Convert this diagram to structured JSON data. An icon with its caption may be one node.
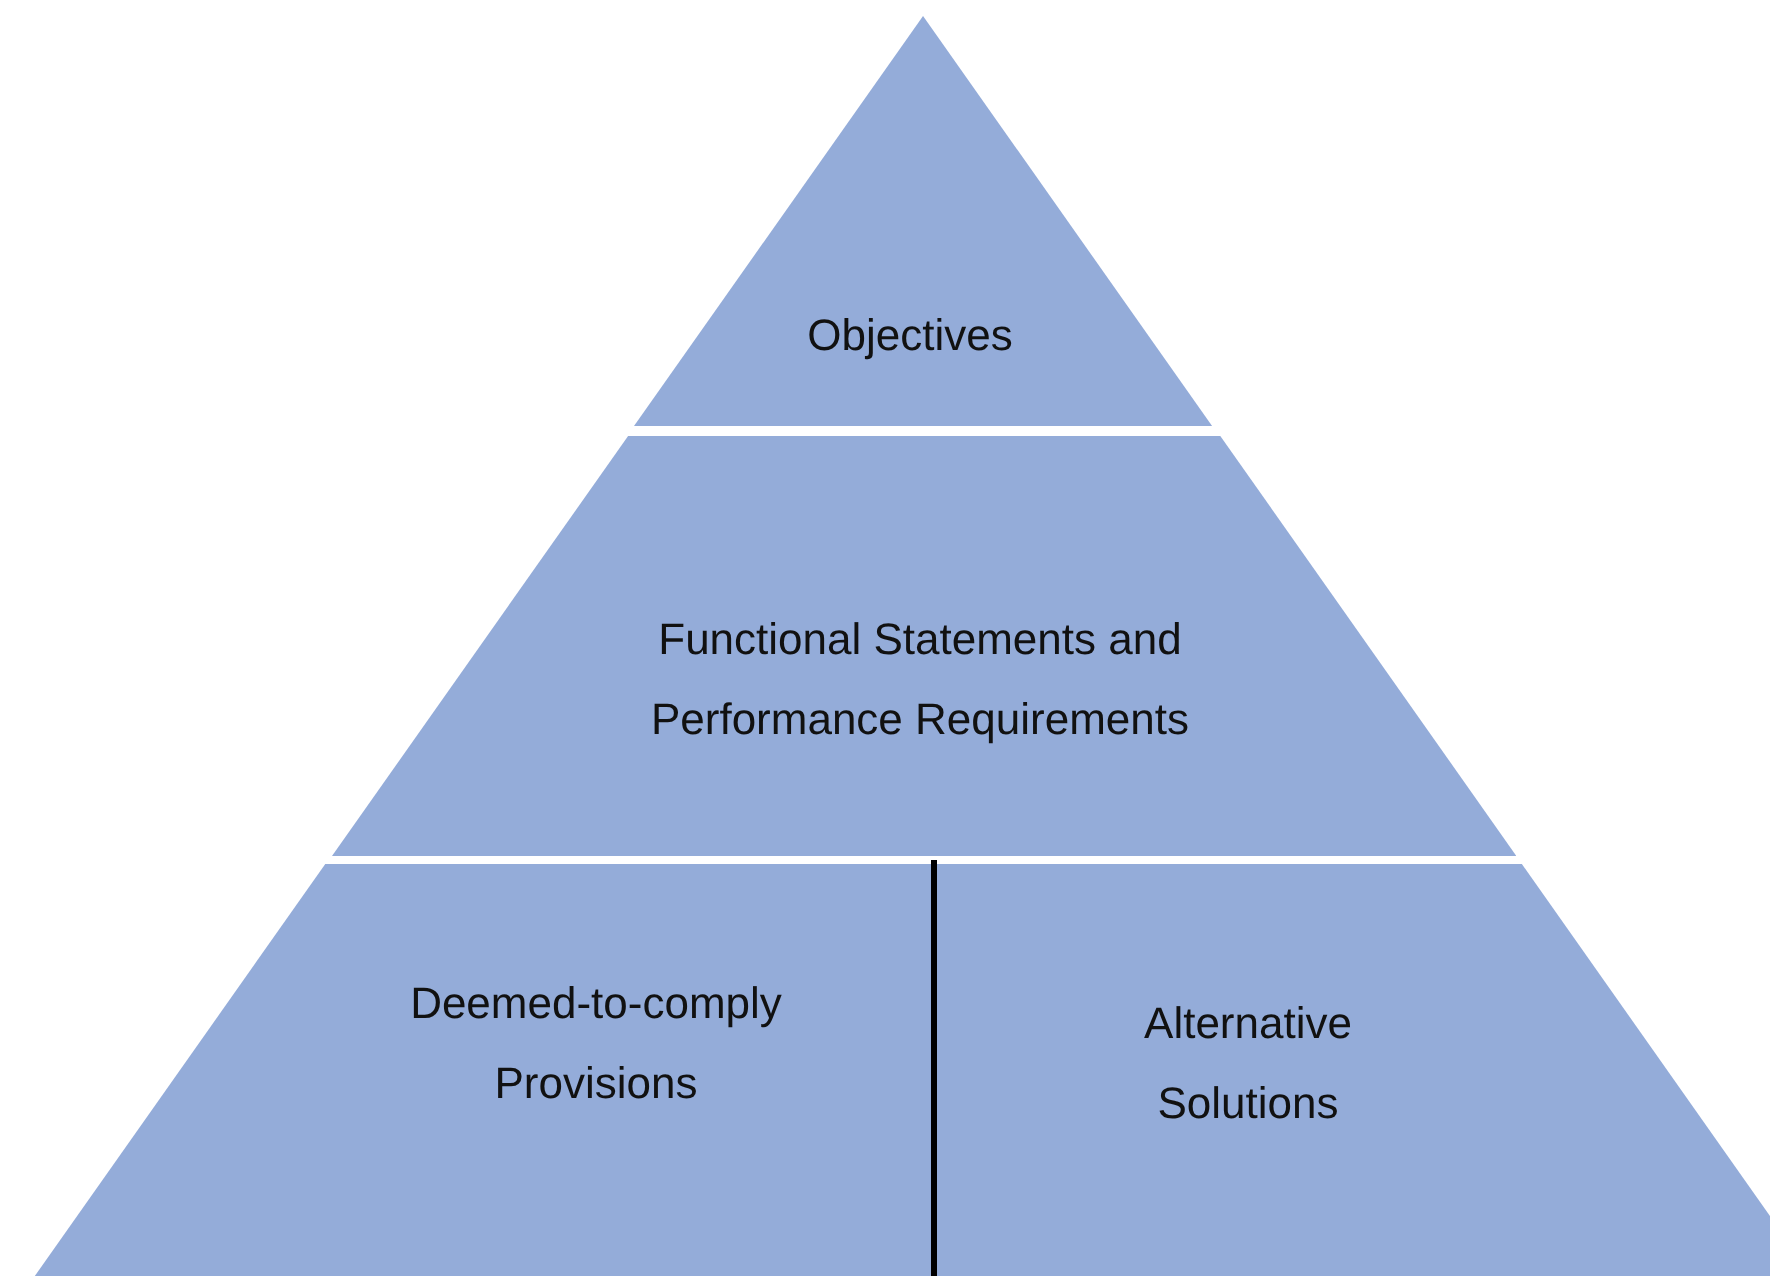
{
  "diagram": {
    "nodes": [
      {
        "text": [
          "Objectives"
        ]
      },
      {
        "text": [
          "Functional Statements and Performance Requirements"
        ]
      },
      {
        "text": [
          "Deemed-to-comply Provisions"
        ]
      },
      {
        "text": [
          "Alternative Solutions"
        ]
      }
    ]
  }
}
